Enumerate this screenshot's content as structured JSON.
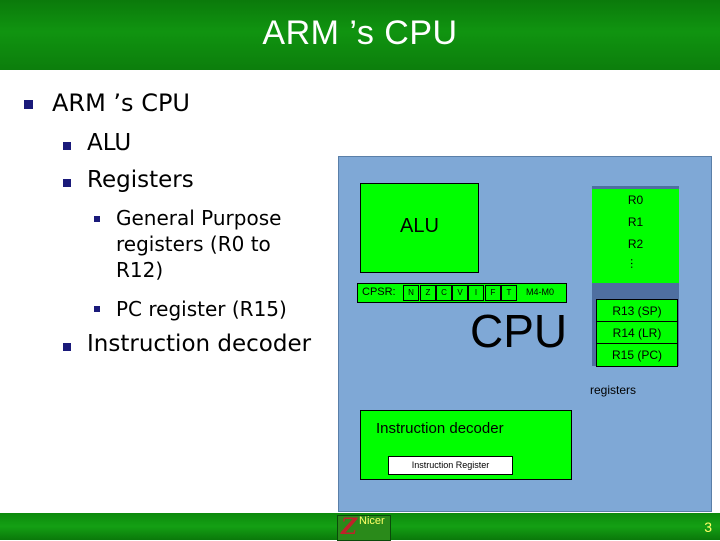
{
  "header": {
    "title": "ARM ’s CPU"
  },
  "outline": {
    "l1": [
      {
        "label": "ARM ’s CPU"
      },
      {
        "label": "Instruction decoder"
      }
    ],
    "l2": [
      {
        "label": "ALU"
      },
      {
        "label": "Registers"
      }
    ],
    "l3": [
      {
        "label_lines": [
          "General Purpose",
          "registers (R0 to",
          "R12)"
        ]
      },
      {
        "label": "PC register (R15)"
      }
    ]
  },
  "diagram": {
    "alu_label": "ALU",
    "cpu_label": "CPU",
    "registers": [
      "R0",
      "R1",
      "R2"
    ],
    "ellipsis": "…",
    "special_registers": [
      "R13 (SP)",
      "R14 (LR)",
      "R15 (PC)"
    ],
    "registers_label": "registers",
    "cpsr_label": "CPSR:",
    "cpsr_flags": [
      "N",
      "Z",
      "C",
      "V",
      "I",
      "F",
      "T"
    ],
    "cpsr_mode": "M4-M0",
    "decoder_label": "Instruction decoder",
    "instruction_register_label": "Instruction Register"
  },
  "footer": {
    "logo_letter": "Z",
    "logo_text": "Nicer",
    "page_number": "3"
  },
  "colors": {
    "header_green": "#109410",
    "cpu_blue": "#7fa8d6",
    "register_green": "#00ff00",
    "bullet_navy": "#1a1a7a"
  }
}
